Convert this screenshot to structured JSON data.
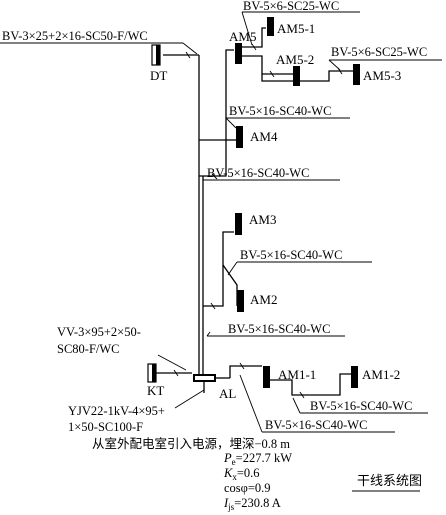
{
  "title": "干线系统图",
  "cables": {
    "dt_feed": "BV-3×25+2×16-SC50-F/WC",
    "am5_1": "BV-5×6-SC25-WC",
    "am5_3": "BV-5×6-SC25-WC",
    "am4": "BV-5×16-SC40-WC",
    "riser_mid": "BV-5×16-SC40-WC",
    "am3": "BV-5×16-SC40-WC",
    "am2": "BV-5×16-SC40-WC",
    "kt_line1": "VV-3×95+2×50-",
    "kt_line2": "SC80-F/WC",
    "am1_2": "BV-5×16-SC40-WC",
    "am1_1": "BV-5×16-SC40-WC",
    "incoming_line1": "YJV22-1kV-4×95+",
    "incoming_line2": "1×50-SC100-F"
  },
  "panels": {
    "dt": "DT",
    "am5": "AM5",
    "am5_1": "AM5-1",
    "am5_2": "AM5-2",
    "am5_3": "AM5-3",
    "am4": "AM4",
    "am3": "AM3",
    "am2": "AM2",
    "kt": "KT",
    "al": "AL",
    "am1_1": "AM1-1",
    "am1_2": "AM1-2"
  },
  "source_note": "从室外配电室引入电源，埋深−0.8 m",
  "params": {
    "pe_sym": "P",
    "pe_sub": "e",
    "pe_val": "=227.7 kW",
    "kx_sym": "K",
    "kx_sub": "x",
    "kx_val": "=0.6",
    "cos_val": "cosφ=0.9",
    "ijs_sym": "I",
    "ijs_sub": "js",
    "ijs_val": "=230.8 A"
  }
}
